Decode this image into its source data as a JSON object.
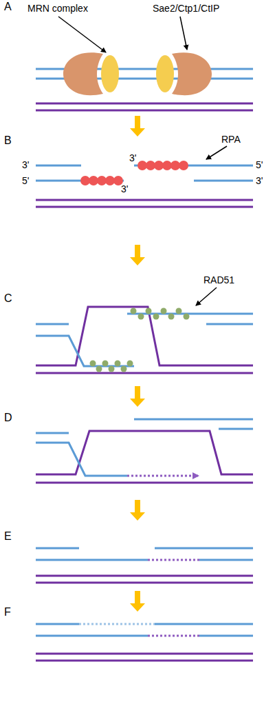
{
  "diagram": {
    "labels": [
      "A",
      "MRN complex",
      "Sae2/Ctp1/CtIP",
      "B",
      "3'",
      "5'",
      "3'",
      "RPA",
      "3'",
      "5'",
      "3'",
      "RAD51",
      "C",
      "D",
      "E",
      "F"
    ]
  }
}
